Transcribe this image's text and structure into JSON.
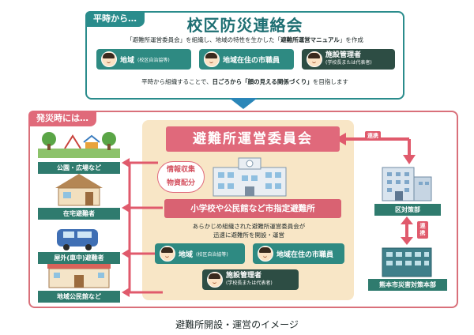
{
  "top": {
    "tag": "平時から…",
    "title": "校区防災連絡会",
    "note_pre": "「避難所運営委員会」を組織し、地域の特性を生かした「",
    "note_hl": "避難所運営マニュアル",
    "note_post": "」を作成",
    "members": [
      {
        "label": "地域",
        "sub": "(校区自治協等)"
      },
      {
        "label": "地域在住の市職員",
        "sub": ""
      },
      {
        "label": "施設管理者",
        "sub": "(学校長または代表者)"
      }
    ],
    "footer_pre": "平時から組織することで、",
    "footer_hl": "日ごろから「顔の見える関係づくり」",
    "footer_post": "を目指します"
  },
  "bottom": {
    "tag": "発災時には…",
    "committee": "避難所運営委員会",
    "info": [
      "情報収集",
      "物資配分"
    ],
    "school": "小学校や公民館など市指定避難所",
    "school_note": [
      "あらかじめ組織された避難所運営委員会が",
      "迅速に避難所を開設・運営"
    ],
    "members": [
      {
        "label": "地域",
        "sub": "(校区自治協等)"
      },
      {
        "label": "地域在住の市職員",
        "sub": ""
      },
      {
        "label": "施設管理者",
        "sub": "(学校長または代表者)"
      }
    ],
    "left_places": [
      "公園・広場など",
      "在宅避難者",
      "屋外(車中)避難者",
      "地域公民館など"
    ],
    "right_orgs": [
      "区対策部",
      "熊本市災害対策本部"
    ],
    "tie": "連携",
    "tie_vertical": [
      "連",
      "携"
    ]
  },
  "caption": "避難所開設・運営のイメージ",
  "colors": {
    "teal": "#2a8c8c",
    "pink": "#e0697b",
    "cream": "#f8e6c6",
    "blue_arrow": "#2a86b8"
  }
}
